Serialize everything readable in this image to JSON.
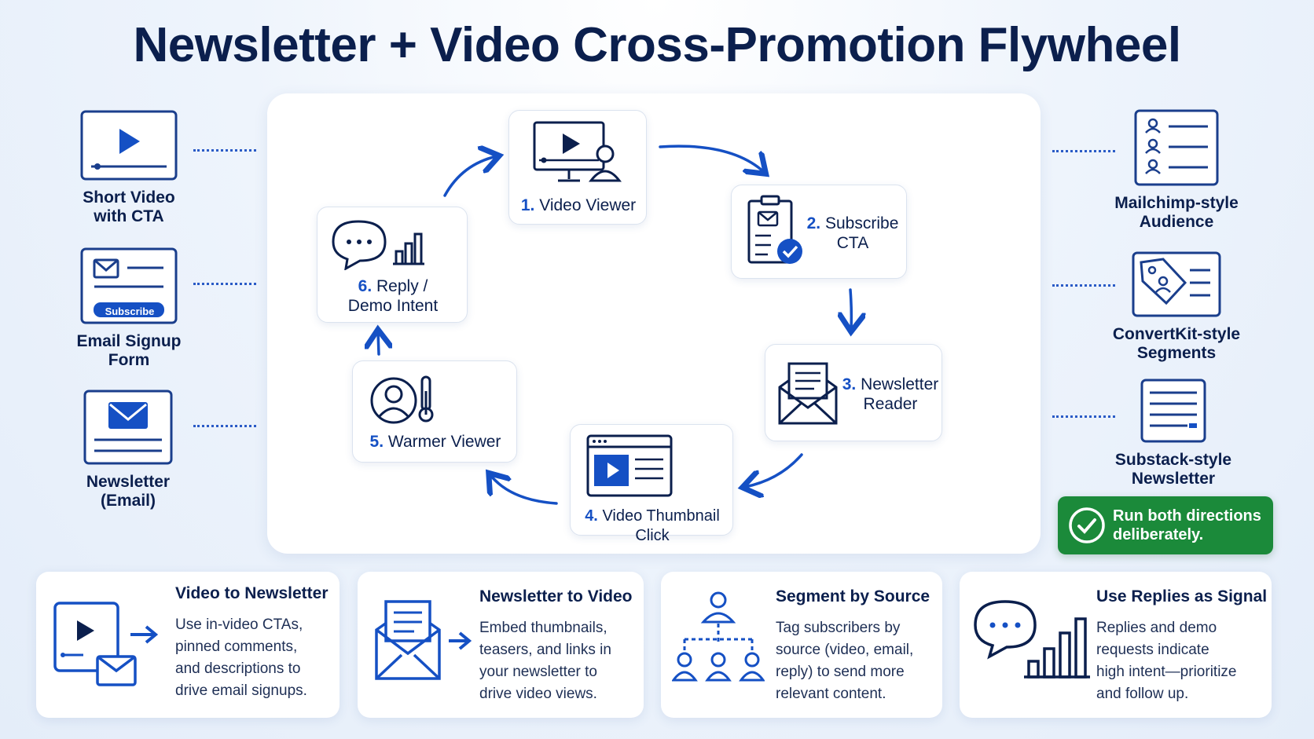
{
  "title": "Newsletter + Video Cross-Promotion Flywheel",
  "colors": {
    "navy": "#0b1f4d",
    "accent_blue": "#1550c4",
    "green": "#1b8a3a"
  },
  "left_sources": [
    {
      "label_line1": "Short Video",
      "label_line2": "with CTA",
      "icon": "video-play-icon"
    },
    {
      "label_line1": "Email Signup",
      "label_line2": "Form",
      "icon": "email-signup-form-icon",
      "button_label": "Subscribe"
    },
    {
      "label_line1": "Newsletter",
      "label_line2": "(Email)",
      "icon": "envelope-icon"
    }
  ],
  "right_tools": [
    {
      "label_line1": "Mailchimp-style",
      "label_line2": "Audience",
      "icon": "audience-list-icon"
    },
    {
      "label_line1": "ConvertKit-style",
      "label_line2": "Segments",
      "icon": "tag-segments-icon"
    },
    {
      "label_line1": "Substack-style",
      "label_line2": "Newsletter",
      "icon": "newsletter-doc-icon"
    }
  ],
  "flywheel": [
    {
      "num": "1.",
      "text": "Video Viewer",
      "icon": "monitor-viewer-icon"
    },
    {
      "num": "2.",
      "text_line1": "Subscribe",
      "text_line2": "CTA",
      "icon": "clipboard-check-icon"
    },
    {
      "num": "3.",
      "text_line1": "Newsletter",
      "text_line2": "Reader",
      "icon": "open-envelope-icon"
    },
    {
      "num": "4.",
      "text": "Video Thumbnail Click",
      "icon": "browser-video-icon"
    },
    {
      "num": "5.",
      "text": "Warmer Viewer",
      "icon": "user-thermometer-icon"
    },
    {
      "num": "6.",
      "text_line1": "Reply /",
      "text_line2": "Demo Intent",
      "icon": "chat-bars-icon"
    }
  ],
  "callout": {
    "line1": "Run both directions",
    "line2": "deliberately.",
    "icon": "check-circle-icon"
  },
  "cards": [
    {
      "title": "Video to Newsletter",
      "lines": [
        "Use in-video CTAs,",
        "pinned comments,",
        "and descriptions to",
        "drive email signups."
      ],
      "icon": "video-to-email-icon"
    },
    {
      "title": "Newsletter to Video",
      "lines": [
        "Embed thumbnails,",
        "teasers, and links in",
        "your newsletter to",
        "drive video views."
      ],
      "icon": "email-to-video-icon"
    },
    {
      "title": "Segment by Source",
      "lines": [
        "Tag subscribers by",
        "source (video, email,",
        "reply) to send more",
        "relevant content."
      ],
      "icon": "org-segment-icon"
    },
    {
      "title": "Use Replies as Signal",
      "lines": [
        "Replies and demo",
        "requests indicate",
        "high intent—prioritize",
        "and follow up."
      ],
      "icon": "chat-chart-icon"
    }
  ]
}
